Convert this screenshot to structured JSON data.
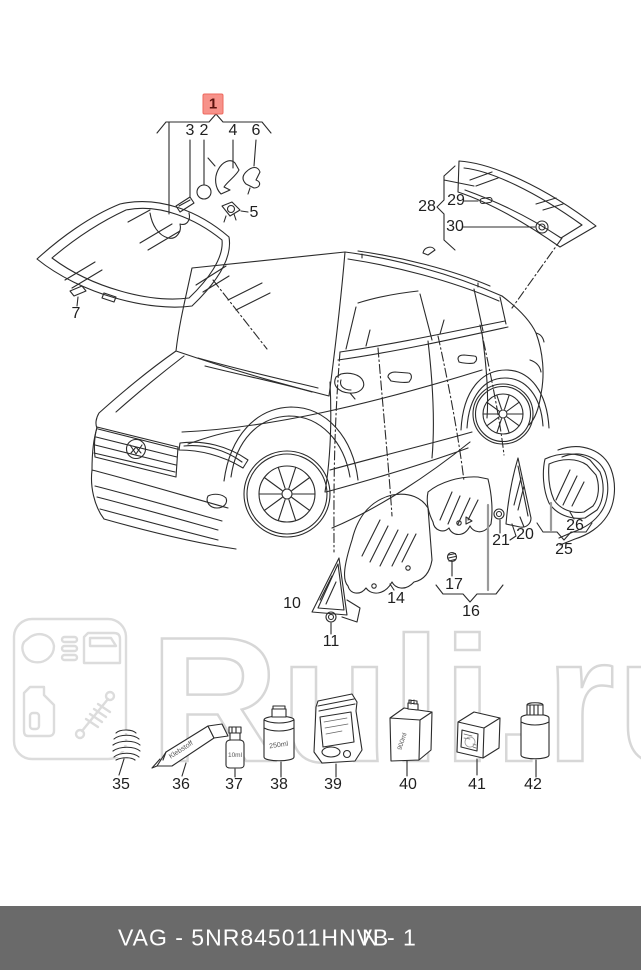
{
  "diagram": {
    "callouts": {
      "c1": "1",
      "c2": "2",
      "c3": "3",
      "c4": "4",
      "c5": "5",
      "c6": "6",
      "c7": "7",
      "c10": "10",
      "c11": "11",
      "c14": "14",
      "c16": "16",
      "c17": "17",
      "c20": "20",
      "c21": "21",
      "c25": "25",
      "c26": "26",
      "c28": "28",
      "c29": "29",
      "c30": "30",
      "c35": "35",
      "c36": "36",
      "c37": "37",
      "c38": "38",
      "c39": "39",
      "c40": "40",
      "c41": "41",
      "c42": "42"
    },
    "item_labels": {
      "tube": "Klebstoff",
      "small_bottle": "10ml",
      "can": "250ml",
      "canister": "900ml"
    }
  },
  "watermark": {
    "text": "Ruli.ru"
  },
  "footer": {
    "catalog_code": "VAG - 5NR845011HNVB",
    "page_code": "N - 1"
  },
  "colors": {
    "highlight_bg": "#f7928a",
    "highlight_border": "#ee6a5f",
    "highlight_text": "#5c120d",
    "line": "#2b2b2b",
    "leader_gray": "#9a9a9a",
    "watermark": "#d7d7d7",
    "footer_bg": "#6a6a6a",
    "footer_text": "#ffffff"
  }
}
